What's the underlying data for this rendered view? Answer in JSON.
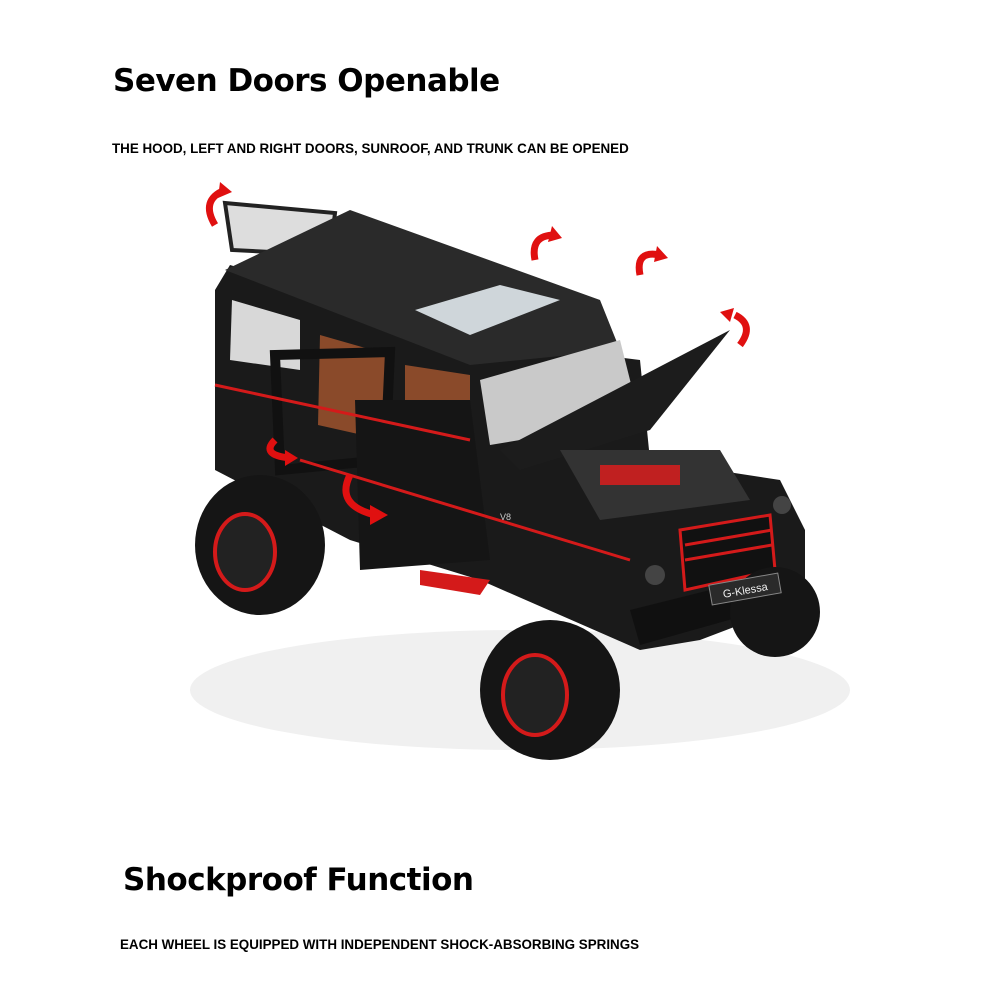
{
  "section1": {
    "title": "Seven Doors Openable",
    "subtitle": "THE HOOD, LEFT AND RIGHT DOORS, SUNROOF, AND TRUNK CAN BE OPENED"
  },
  "section2": {
    "title": "Shockproof Function",
    "subtitle": "EACH WHEEL IS EQUIPPED WITH INDEPENDENT SHOCK-ABSORBING SPRINGS"
  },
  "product_image": {
    "badges": {
      "side": "V8",
      "plate": "G-Klessa"
    },
    "colors": {
      "body": "#1a1a1a",
      "accent": "#d41a1a",
      "interior": "#8a4a2a",
      "arrow": "#e01010"
    }
  }
}
